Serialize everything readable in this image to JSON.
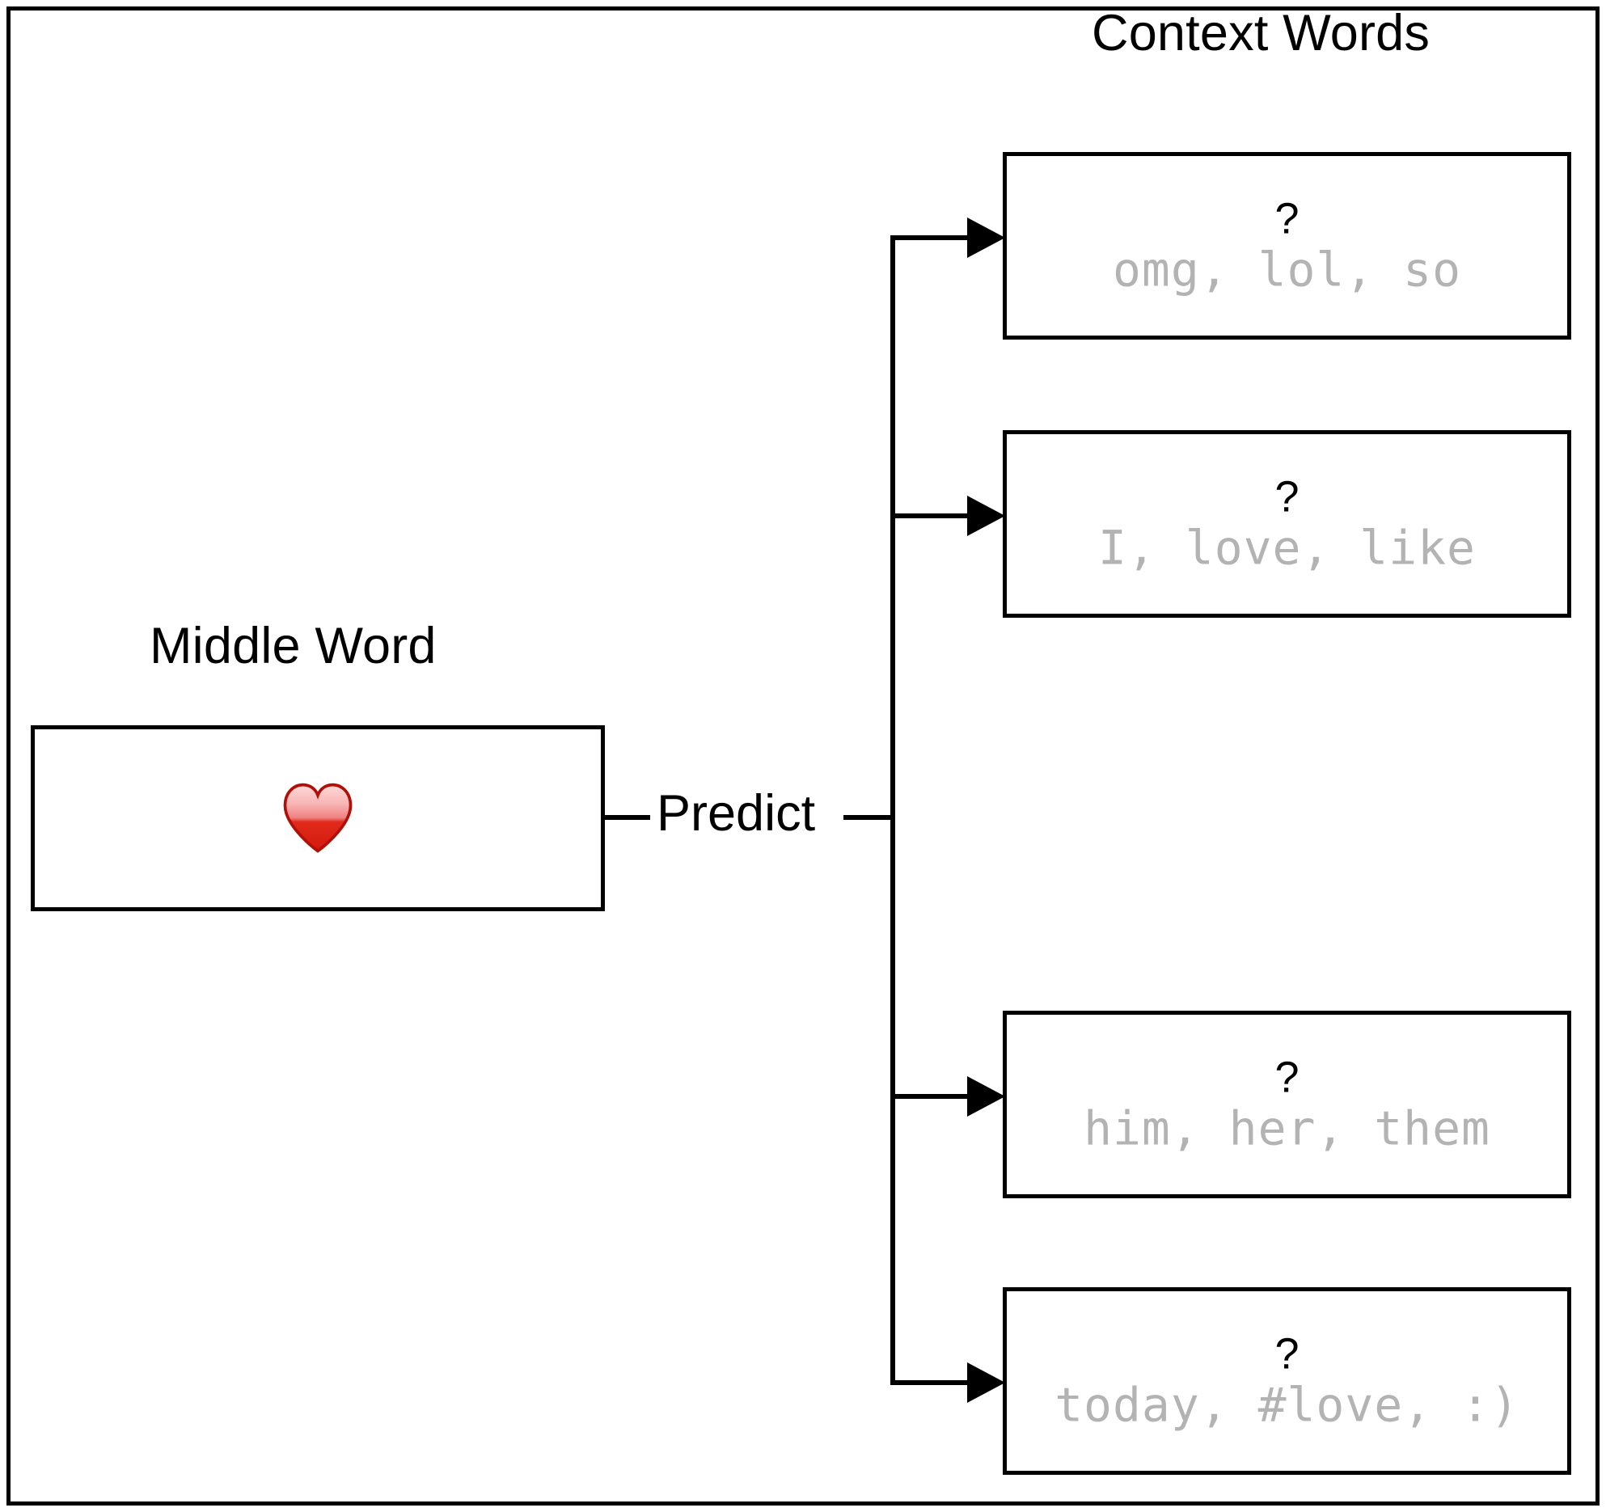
{
  "figure": {
    "type": "word-embedding-prediction-diagram",
    "background_color": "#ffffff",
    "line_color": "#000000",
    "context_word_color": "#b3b3b3"
  },
  "headings": {
    "context_words": "Context Words",
    "middle_word": "Middle Word"
  },
  "middle_word": {
    "token_icon": "red-heart-emoji",
    "token_glyph": "❤",
    "heart_color_light": "#f7a8a8",
    "heart_color_dark": "#cc1111"
  },
  "relation": {
    "label": "Predict"
  },
  "context_boxes": [
    {
      "placeholder": "?",
      "words": "omg, lol, so"
    },
    {
      "placeholder": "?",
      "words": "I, love, like"
    },
    {
      "placeholder": "?",
      "words": "him, her, them"
    },
    {
      "placeholder": "?",
      "words": "today, #love, :)"
    }
  ]
}
